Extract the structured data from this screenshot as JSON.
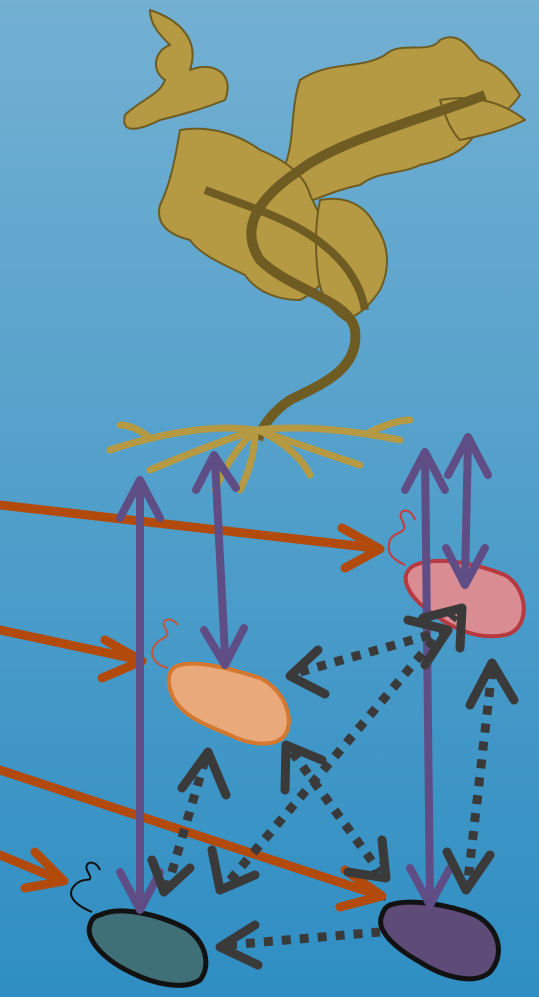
{
  "colors": {
    "water_top": "#73b0d2",
    "water_bottom": "#2f8ec3",
    "seaweed_fill": "#b59a43",
    "seaweed_stroke": "#6f5c22",
    "input_arrow": "#b24a0b",
    "exchange_arrow": "#5f4d86",
    "interaction_arrow": "#3a3a3a",
    "bacterium_red": "#d98c92",
    "bacterium_red_edge": "#b83a41",
    "bacterium_orange": "#e9a97b",
    "bacterium_orange_edge": "#d4782f",
    "bacterium_teal": "#3f7077",
    "bacterium_purple": "#5e4b78",
    "bacterium_dark_edge": "#121212"
  },
  "elements": {
    "seaweed": "brown-kelp-seaweed",
    "bacteria": [
      "red-bacterium",
      "orange-bacterium",
      "teal-bacterium",
      "purple-bacterium"
    ],
    "arrow_styles": [
      "solid-orange-input",
      "solid-purple-double-headed",
      "dotted-dark-double-headed"
    ]
  }
}
